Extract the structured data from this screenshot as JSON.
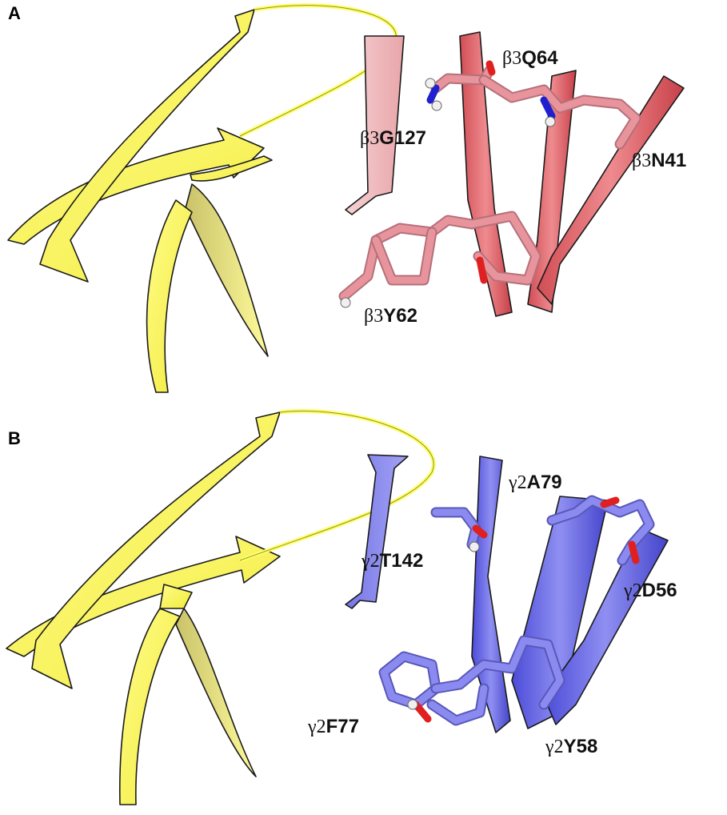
{
  "panels": [
    {
      "letter": "A",
      "labels": [
        {
          "prefix": "β3",
          "residue": "Q64"
        },
        {
          "prefix": "β3",
          "residue": "G127"
        },
        {
          "prefix": "β3",
          "residue": "N41"
        },
        {
          "prefix": "β3",
          "residue": "Y62"
        }
      ],
      "colors": {
        "partner_ribbon": "#ffff66",
        "subunit_ribbon": "#e06666",
        "sticks": "#e8949c"
      }
    },
    {
      "letter": "B",
      "labels": [
        {
          "prefix": "γ2",
          "residue": "A79"
        },
        {
          "prefix": "γ2",
          "residue": "T142"
        },
        {
          "prefix": "γ2",
          "residue": "D56"
        },
        {
          "prefix": "γ2",
          "residue": "F77"
        },
        {
          "prefix": "γ2",
          "residue": "Y58"
        }
      ],
      "colors": {
        "partner_ribbon": "#ffff66",
        "subunit_ribbon": "#6f6fe8",
        "sticks": "#8a8af0"
      }
    }
  ],
  "atom_colors": {
    "oxygen": "#e02020",
    "nitrogen": "#2020d0",
    "hydrogen": "#f0f0f0"
  }
}
